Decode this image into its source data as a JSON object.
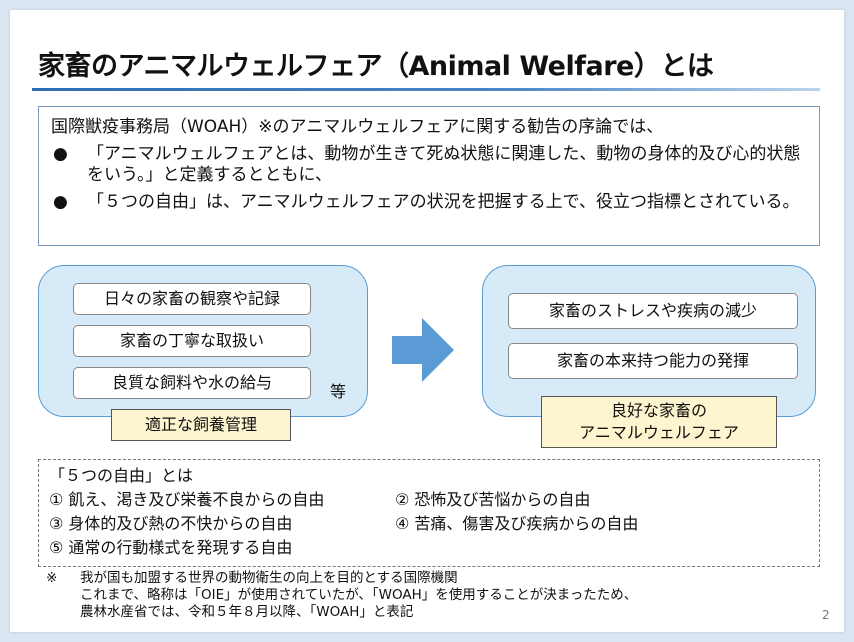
{
  "title": "家畜のアニマルウェルフェア（Animal Welfare）とは",
  "intro": {
    "lead": "国際獣疫事務局（WOAH）※のアニマルウェルフェアに関する勧告の序論では、",
    "bullets": [
      "「アニマルウェルフェアとは、動物が生きて死ぬ状態に関連した、動物の身体的及び心的状態をいう。」と定義するとともに、",
      "「５つの自由」は、アニマルウェルフェアの状況を把握する上で、役立つ指標とされている。"
    ],
    "bullet_symbol": "●"
  },
  "left_panel": {
    "items": [
      "日々の家畜の観察や記録",
      "家畜の丁寧な取扱い",
      "良質な飼料や水の給与"
    ],
    "etc": "等",
    "label": "適正な飼養管理"
  },
  "right_panel": {
    "items": [
      "家畜のストレスや疾病の減少",
      "家畜の本来持つ能力の発揮"
    ],
    "label_line1": "良好な家畜の",
    "label_line2": "アニマルウェルフェア"
  },
  "freedoms": {
    "heading": "「５つの自由」とは",
    "f1": "① 飢え、渇き及び栄養不良からの自由",
    "f2": "② 恐怖及び苦悩からの自由",
    "f3": "③ 身体的及び熱の不快からの自由",
    "f4": "④ 苦痛、傷害及び疾病からの自由",
    "f5": "⑤ 通常の行動様式を発現する自由"
  },
  "note": {
    "mark": "※",
    "line1": "我が国も加盟する世界の動物衛生の向上を目的とする国際機関",
    "line2": "これまで、略称は「OIE」が使用されていたが、「WOAH」を使用することが決まったため、",
    "line3": "農林水産省では、令和５年８月以降、「WOAH」と表記"
  },
  "page_number": "2",
  "colors": {
    "panel_fill": "#d6eaf8",
    "panel_border": "#5b9bd5",
    "label_fill": "#fdf5cf",
    "arrow": "#5b9bd5",
    "title_rule": "#2e6db3"
  }
}
